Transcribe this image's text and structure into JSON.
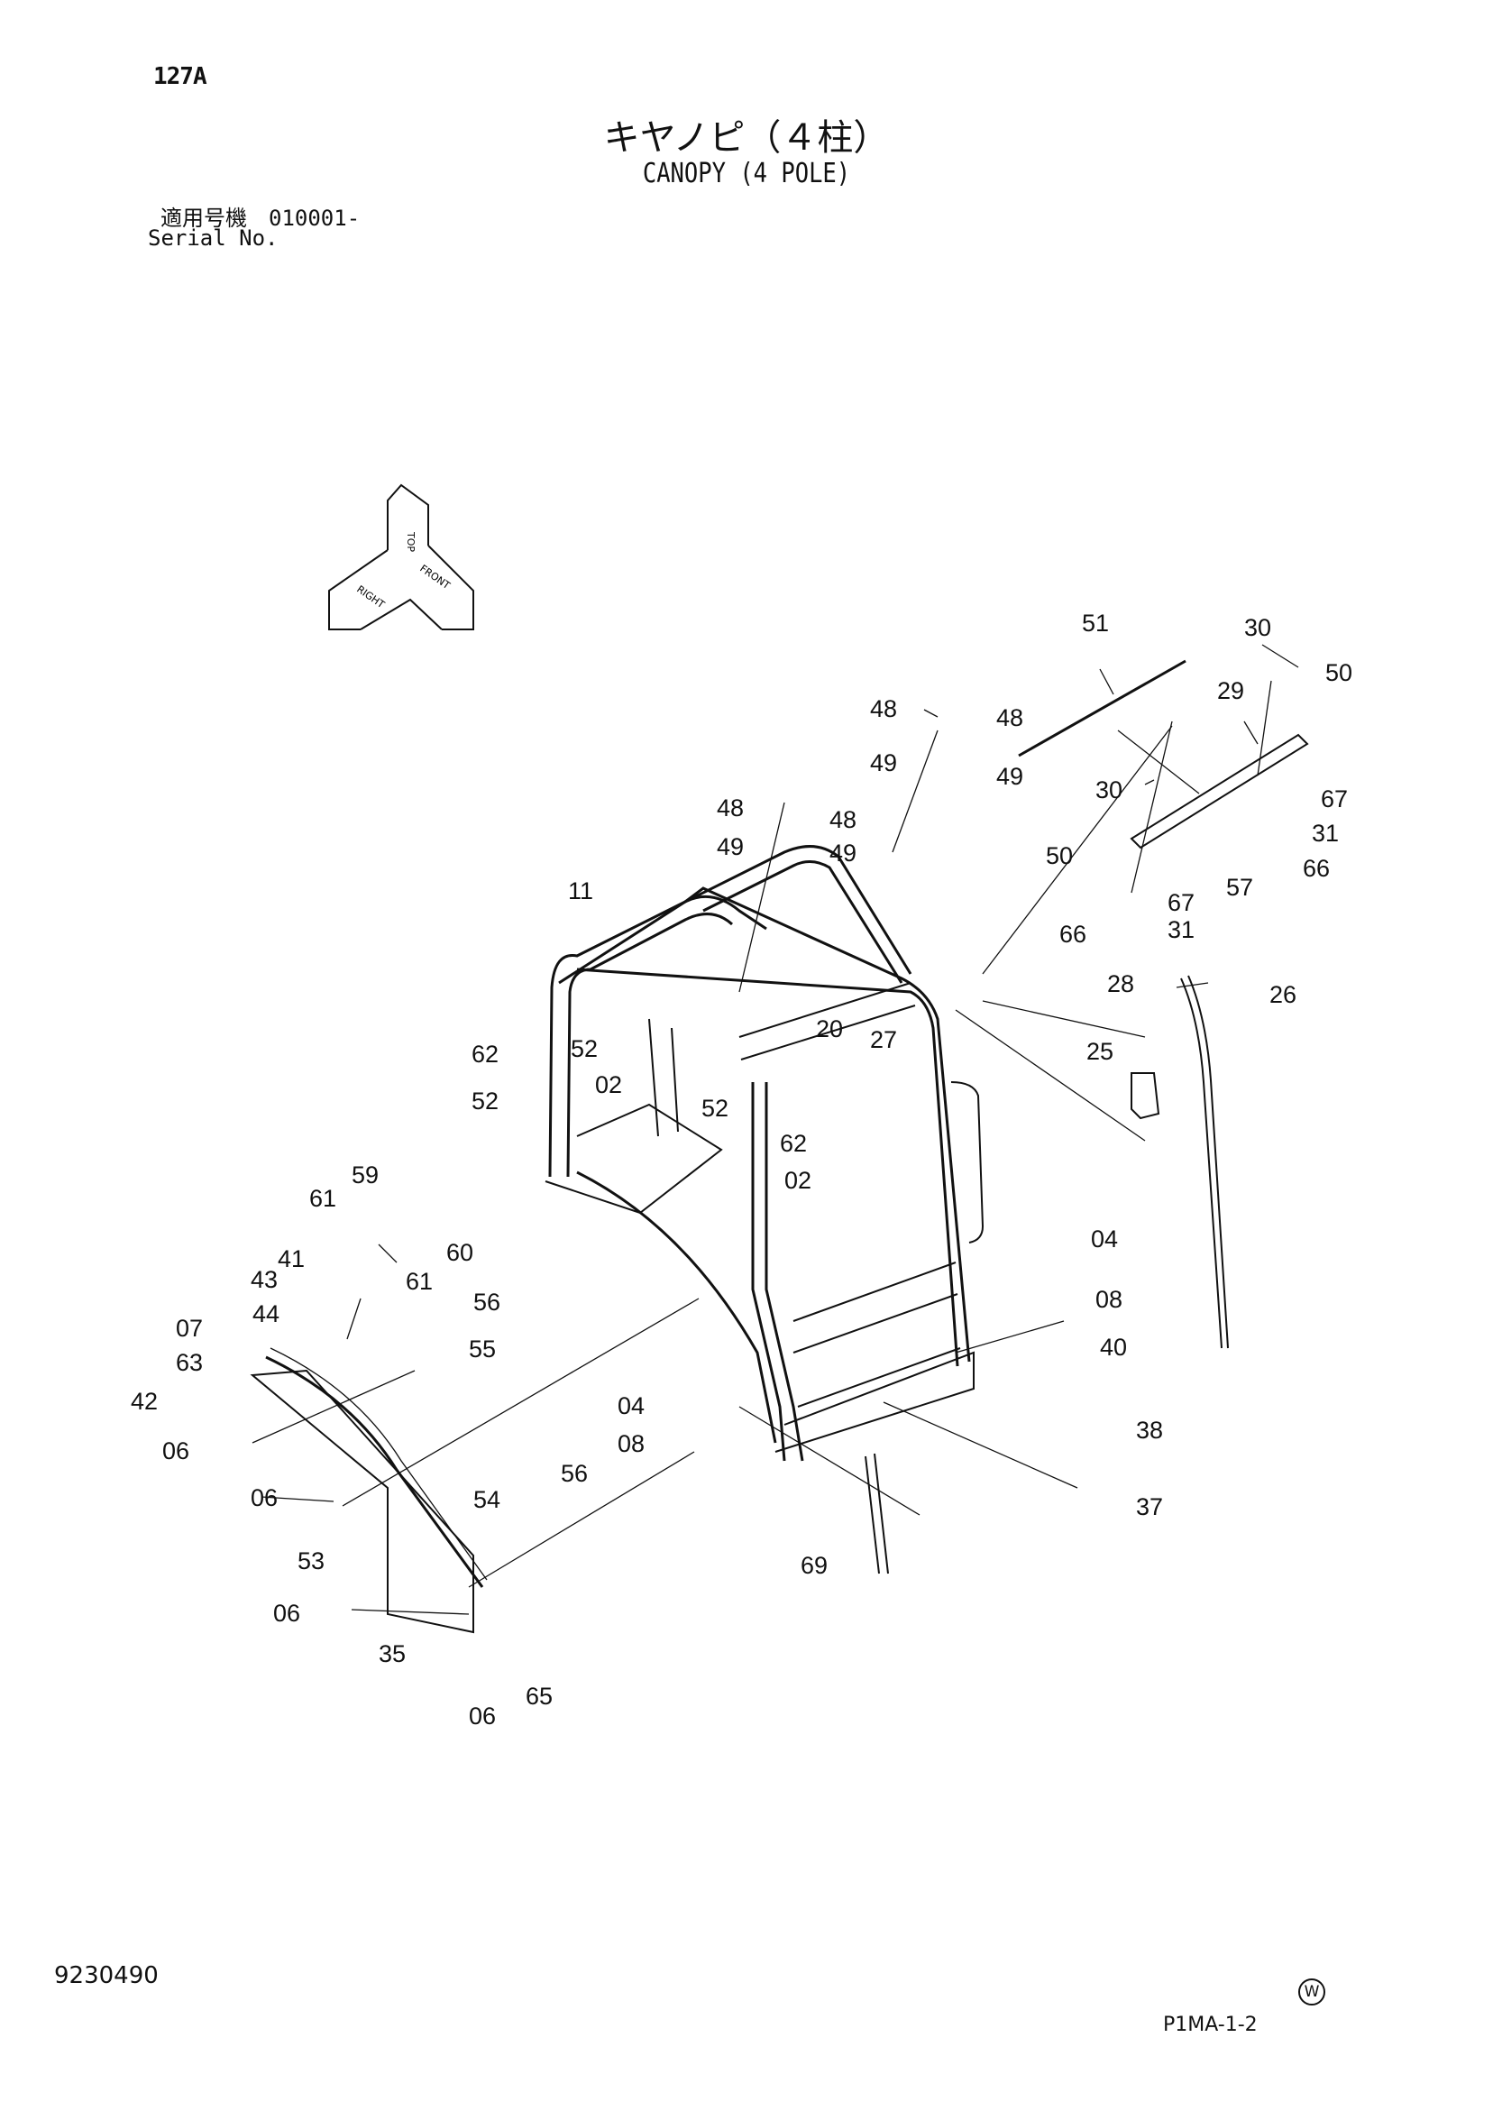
{
  "header": {
    "page_number": "127A",
    "title_jp": "キヤノピ（４柱）",
    "title_en": "CANOPY (4 POLE)",
    "serial_jp": "適用号機　010001-",
    "serial_en": "Serial No."
  },
  "orientation_icon": {
    "top": "TOP",
    "right": "RIGHT",
    "front": "FRONT",
    "icon": "orientation-arrows-icon"
  },
  "part_labels": [
    "51",
    "30",
    "50",
    "29",
    "48",
    "48",
    "49",
    "49",
    "48",
    "48",
    "49",
    "49",
    "30",
    "67",
    "31",
    "66",
    "50",
    "57",
    "67",
    "31",
    "66",
    "11",
    "28",
    "26",
    "25",
    "20",
    "27",
    "62",
    "52",
    "02",
    "52",
    "52",
    "62",
    "02",
    "59",
    "61",
    "60",
    "61",
    "41",
    "43",
    "44",
    "56",
    "07",
    "55",
    "63",
    "42",
    "06",
    "06",
    "53",
    "06",
    "35",
    "04",
    "08",
    "54",
    "56",
    "06",
    "65",
    "04",
    "08",
    "40",
    "38",
    "37",
    "69"
  ],
  "footer": {
    "doc_number": "9230490",
    "watermark": "W",
    "page_code": "P1MA-1-2"
  }
}
